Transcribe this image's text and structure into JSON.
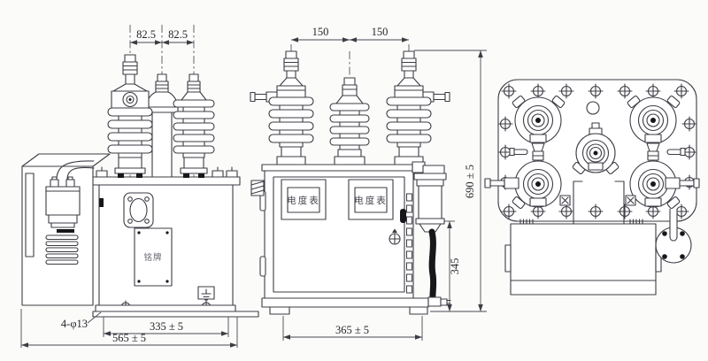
{
  "drawing": {
    "colors": {
      "background": "#fbfbfa",
      "line": "#3c3c44",
      "dark_fill": "#17171b",
      "dim_text": "#26262c"
    },
    "left_view": {
      "dim_spacing_1": "82.5",
      "dim_spacing_2": "82.5",
      "nameplate_label": "铭牌",
      "dim_mount_holes": "4-φ13",
      "dim_base_inner": "335 ± 5",
      "dim_base_outer": "565 ± 5"
    },
    "front_view": {
      "dim_spacing_1": "150",
      "dim_spacing_2": "150",
      "meter_label_1": "电度表",
      "meter_label_2": "电度表",
      "dim_height_body": "345",
      "dim_height_total": "690 ± 5",
      "dim_base_width": "365 ± 5"
    }
  }
}
